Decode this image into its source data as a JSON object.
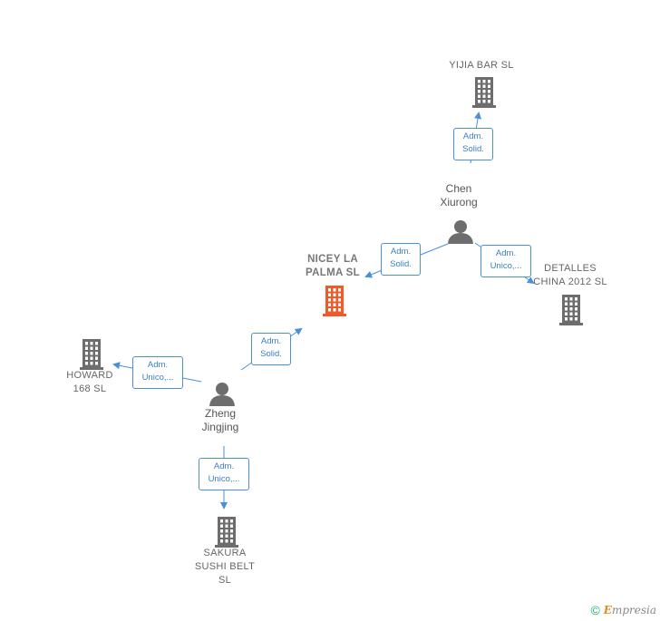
{
  "nodes": {
    "yijia": {
      "label_lines": [
        "YIJIA BAR  SL"
      ],
      "kind": "company"
    },
    "chen": {
      "label_lines": [
        "Chen",
        "Xiurong"
      ],
      "kind": "person"
    },
    "nicey": {
      "label_lines": [
        "NICEY LA",
        "PALMA  SL"
      ],
      "kind": "focus-company"
    },
    "detalles": {
      "label_lines": [
        "DETALLES",
        "CHINA 2012 SL"
      ],
      "kind": "company"
    },
    "howard": {
      "label_lines": [
        "HOWARD",
        "168  SL"
      ],
      "kind": "company"
    },
    "zheng": {
      "label_lines": [
        "Zheng",
        "Jingjing"
      ],
      "kind": "person"
    },
    "sakura": {
      "label_lines": [
        "SAKURA",
        "SUSHI BELT",
        "SL"
      ],
      "kind": "company"
    }
  },
  "edges": [
    {
      "from": "chen",
      "to": "yijia",
      "label_lines": [
        "Adm.",
        "Solid."
      ]
    },
    {
      "from": "chen",
      "to": "nicey",
      "label_lines": [
        "Adm.",
        "Solid."
      ]
    },
    {
      "from": "chen",
      "to": "detalles",
      "label_lines": [
        "Adm.",
        "Unico,..."
      ]
    },
    {
      "from": "zheng",
      "to": "nicey",
      "label_lines": [
        "Adm.",
        "Solid."
      ]
    },
    {
      "from": "zheng",
      "to": "howard",
      "label_lines": [
        "Adm.",
        "Unico,..."
      ]
    },
    {
      "from": "zheng",
      "to": "sakura",
      "label_lines": [
        "Adm.",
        "Unico,..."
      ]
    }
  ],
  "colors": {
    "company_icon": "#6d6d6d",
    "focus_icon": "#f05a28",
    "person_icon": "#6d6d6d",
    "edge": "#4a90d9",
    "edge_label_text": "#3b7ec8"
  },
  "footer": {
    "copyright_symbol": "©",
    "brand_first": "E",
    "brand_rest": "mpresia"
  }
}
